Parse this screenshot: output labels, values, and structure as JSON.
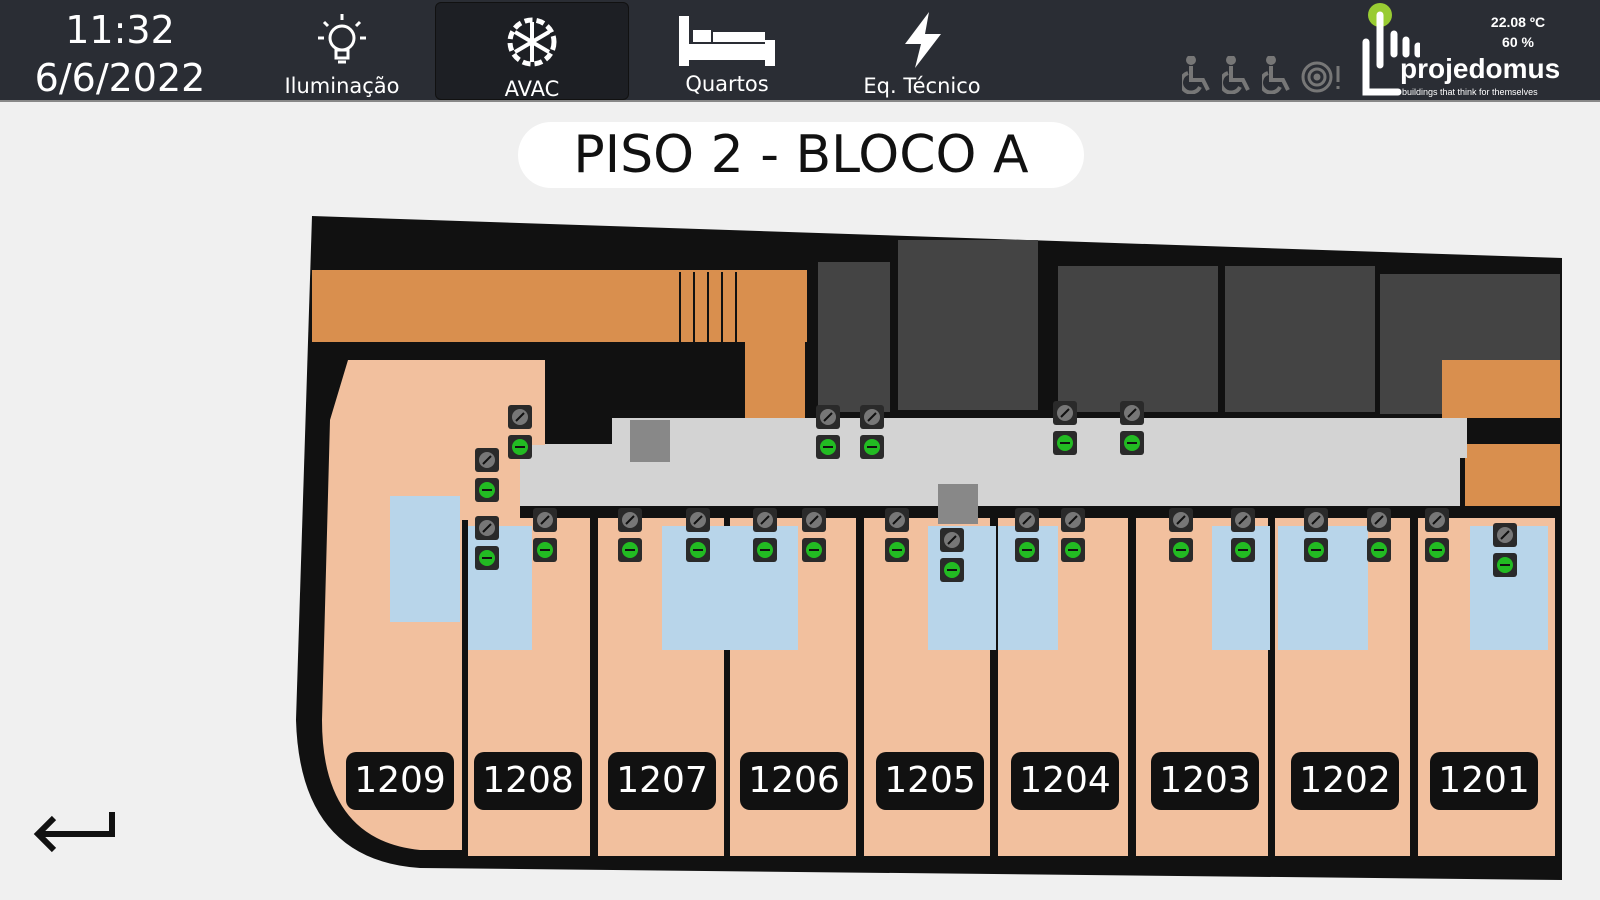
{
  "header": {
    "time": "11:32",
    "date": "6/6/2022",
    "nav": [
      {
        "label": "Iluminação",
        "icon": "lightbulb-icon"
      },
      {
        "label": "AVAC",
        "icon": "snowflake-gear-icon",
        "active": true
      },
      {
        "label": "Quartos",
        "icon": "bed-icon"
      },
      {
        "label": "Eq. Técnico",
        "icon": "lightning-icon"
      }
    ],
    "temperature": "22.08 ºC",
    "humidity": "60 %",
    "logo": {
      "name": "projedomus",
      "tagline": "buildings that think for themselves"
    }
  },
  "floor_title": "PISO 2 - BLOCO A",
  "rooms": [
    "1209",
    "1208",
    "1207",
    "1206",
    "1205",
    "1204",
    "1203",
    "1202",
    "1201"
  ],
  "colors": {
    "room": "#f2c09e",
    "stairs": "#d98f4e",
    "technical": "#444444",
    "corridor": "#d3d3d3",
    "bathroom": "#b8d5ea",
    "sensor_on": "#22bb22",
    "sensor_off": "#777777"
  }
}
